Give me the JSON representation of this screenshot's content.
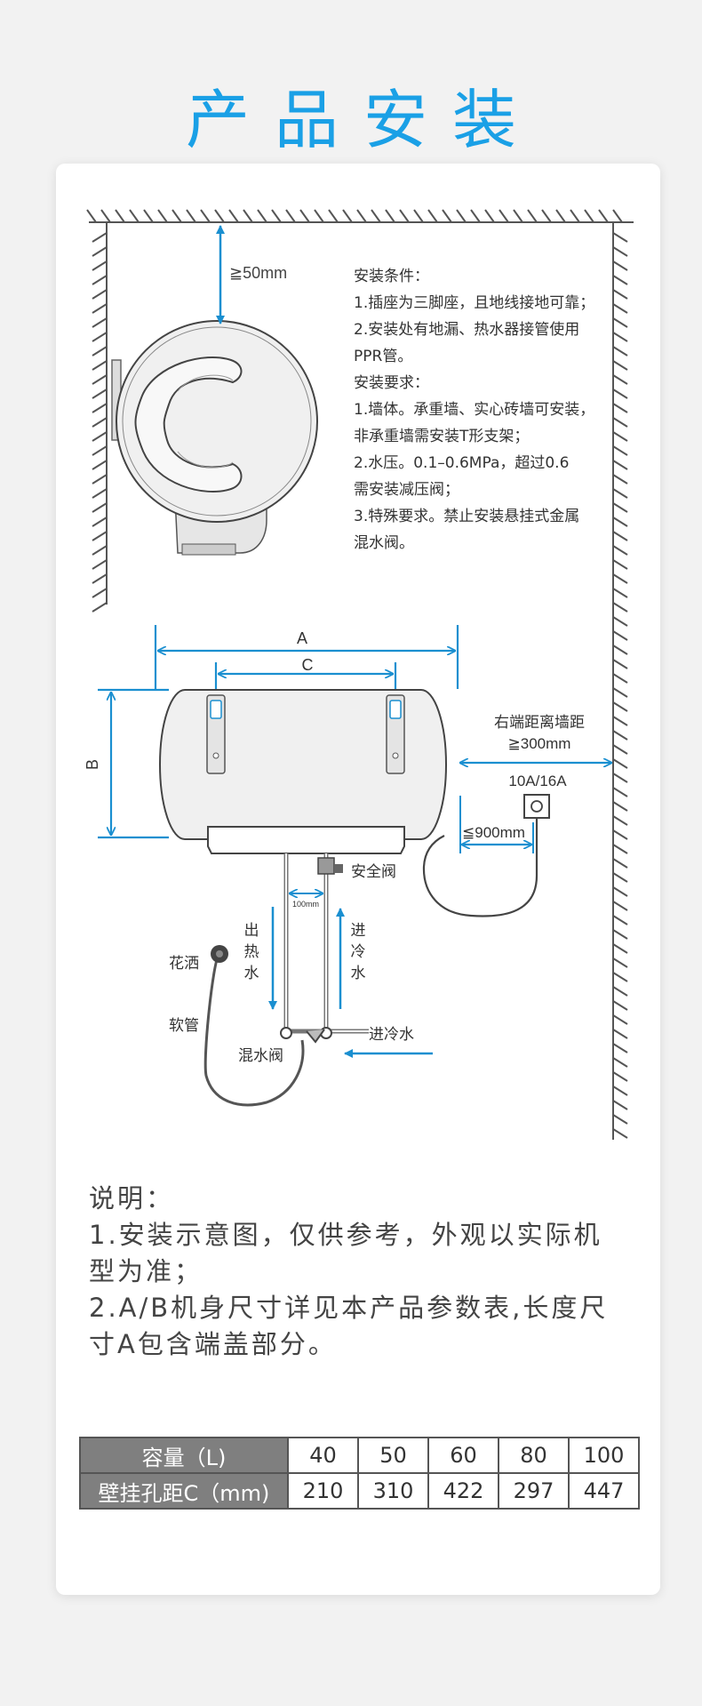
{
  "page": {
    "title": "产品安装"
  },
  "diagram": {
    "top_clearance": "≧50mm",
    "conditions": [
      "安装条件：",
      "1.插座为三脚座，且地线接地可靠；",
      "2.安装处有地漏、热水器接管使用",
      "PPR管。",
      "安装要求：",
      "1.墙体。承重墙、实心砖墙可安装，",
      "非承重墙需安装T形支架；",
      "2.水压。0.1–0.6MPa，超过0.6",
      "需安装减压阀；",
      "3.特殊要求。禁止安装悬挂式金属",
      "混水阀。"
    ],
    "dim_a": "A",
    "dim_b": "B",
    "dim_c": "C",
    "right_wall_line1": "右端距离墙距",
    "right_wall_line2": "≧300mm",
    "socket_rating": "10A/16A",
    "socket_distance": "≦900mm",
    "safety_valve": "安全阀",
    "pipe_spacing": "100mm",
    "hot_out": [
      "出",
      "热",
      "水"
    ],
    "cold_in_vertical": [
      "进",
      "冷",
      "水"
    ],
    "shower": "花洒",
    "hose": "软管",
    "mixer": "混水阀",
    "cold_in": "进冷水"
  },
  "notes": {
    "heading": "说明：",
    "line1": "1.安装示意图，仅供参考，外观以实际机",
    "line1b": "型为准；",
    "line2": "2.A/B机身尺寸详见本产品参数表,长度尺",
    "line2b": "寸A包含端盖部分。"
  },
  "spec_table": {
    "row1_label": "容量（L)",
    "row2_label": "壁挂孔距C（mm)",
    "capacities": [
      "40",
      "50",
      "60",
      "80",
      "100"
    ],
    "spacings": [
      "210",
      "310",
      "422",
      "297",
      "447"
    ]
  },
  "colors": {
    "accent": "#1aa0e6",
    "dimension": "#1a8fd0",
    "header": "#7f7f7f"
  }
}
